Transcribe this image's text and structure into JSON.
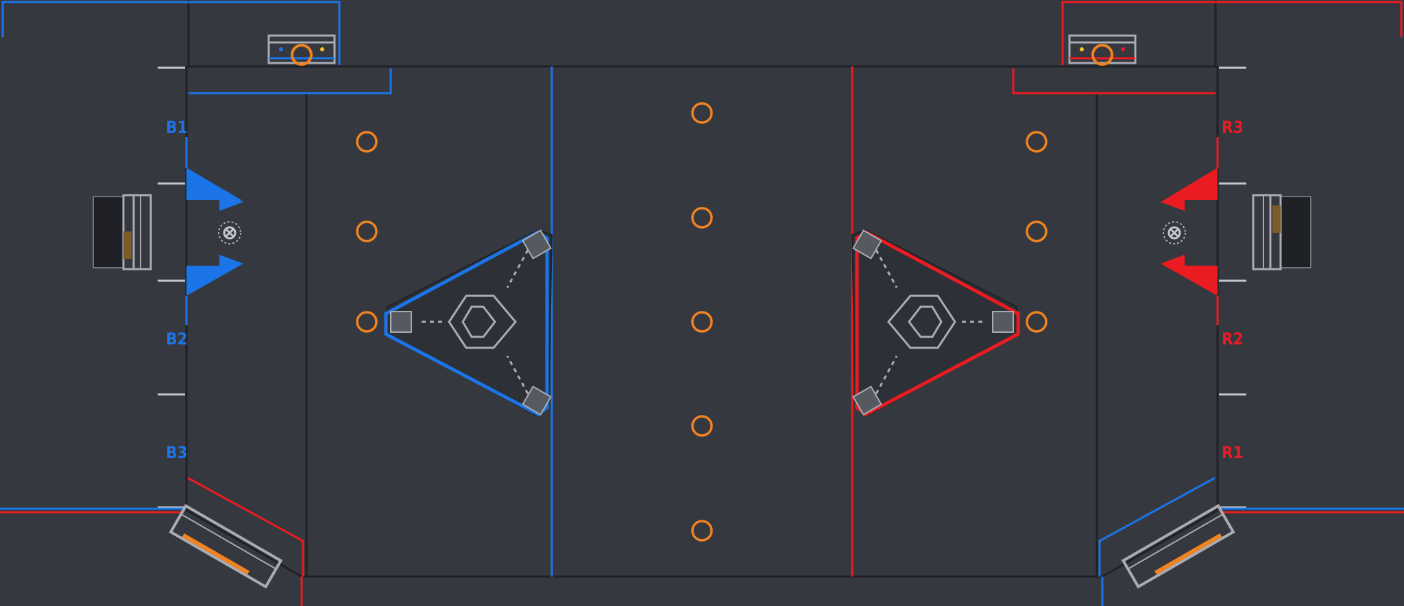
{
  "field": {
    "colors": {
      "background": "#35383f",
      "floor": "#35383f",
      "wall": "#1f2126",
      "blue": "#1b75e8",
      "red": "#ea1c22",
      "ring": "#f28321",
      "equipment": "#a9adb3"
    },
    "stations": {
      "blue": [
        "B1",
        "B2",
        "B3"
      ],
      "red": [
        "R3",
        "R2",
        "R1"
      ]
    },
    "icons": {
      "ring": "ring-icon",
      "mobile_goal": "mobile-goal-icon",
      "ring_dispenser": "ring-dispenser-icon"
    },
    "rings": {
      "count": 11
    }
  }
}
